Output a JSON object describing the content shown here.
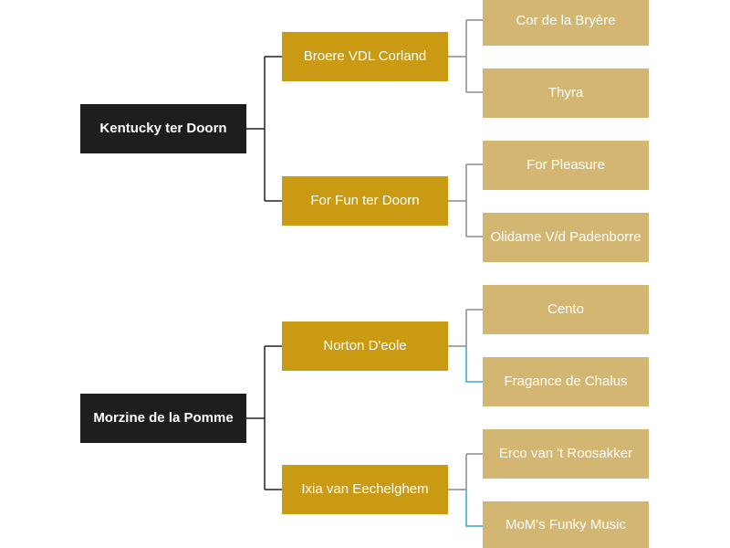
{
  "colors": {
    "root_box": "#1e1e1e",
    "parent_box": "#c99a12",
    "grand_box": "#d2b672",
    "connector": "#222222",
    "connector_grey": "#8a8a8a",
    "connector_accent": "#3aa3d0",
    "text": "#ffffff"
  },
  "pedigree": {
    "sire_line": {
      "horse": "Kentucky ter Doorn",
      "sire": {
        "name": "Broere VDL Corland",
        "sire": "Cor de la Bryère",
        "dam": "Thyra"
      },
      "dam": {
        "name": "For Fun ter Doorn",
        "sire": "For Pleasure",
        "dam": "Olidame V/d Padenborre"
      }
    },
    "dam_line": {
      "horse": "Morzine de la Pomme",
      "sire": {
        "name": "Norton D'eole",
        "sire": "Cento",
        "dam": "Fragance de Chalus"
      },
      "dam": {
        "name": "Ixia van Eechelghem",
        "sire": "Erco van 't Roosakker",
        "dam": "MoM's Funky Music"
      }
    }
  }
}
